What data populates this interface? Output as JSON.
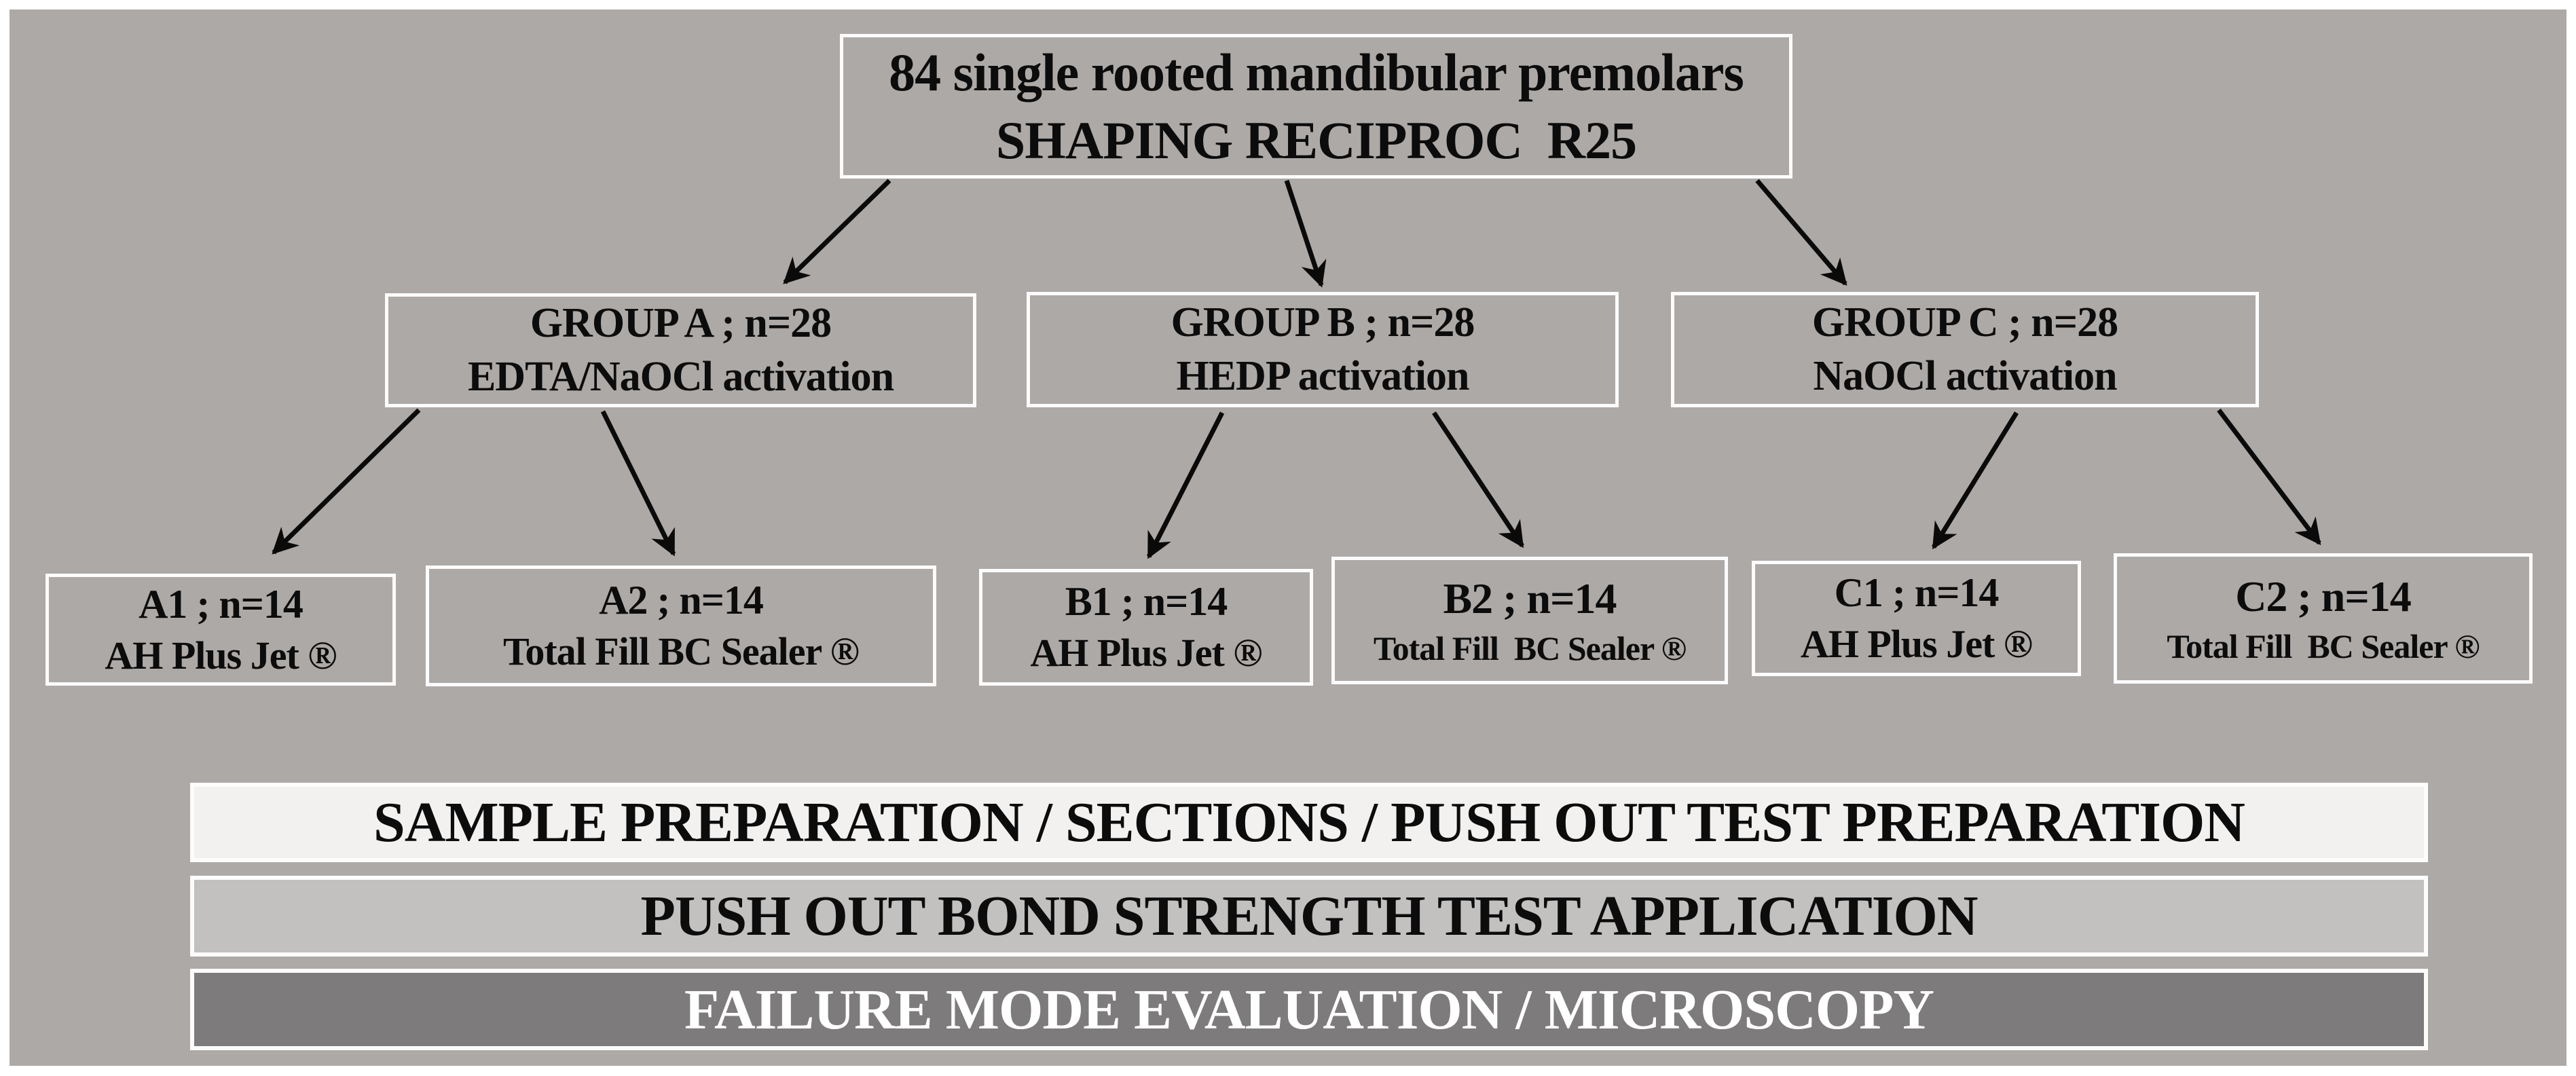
{
  "figure": {
    "description": "Study design flowchart"
  },
  "tree": {
    "root": {
      "line1": "84 single rooted mandibular premolars",
      "line2": "SHAPING RECIPROC  R25"
    },
    "groups": [
      {
        "id": "group-a",
        "line1": "GROUP A ; n=28",
        "line2": "EDTA/NaOCl activation"
      },
      {
        "id": "group-b",
        "line1": "GROUP B ; n=28",
        "line2": "HEDP activation"
      },
      {
        "id": "group-c",
        "line1": "GROUP C ; n=28",
        "line2": "NaOCl activation"
      }
    ],
    "subgroups": [
      {
        "id": "a1",
        "line1": "A1 ; n=14",
        "line2": "AH Plus Jet ®"
      },
      {
        "id": "a2",
        "line1": "A2 ; n=14",
        "line2": "Total Fill BC Sealer ®"
      },
      {
        "id": "b1",
        "line1": "B1 ; n=14",
        "line2": "AH Plus Jet ®"
      },
      {
        "id": "b2",
        "line1": "B2 ; n=14",
        "line2": "Total Fill  BC Sealer ®"
      },
      {
        "id": "c1",
        "line1": "C1 ; n=14",
        "line2": "AH Plus Jet ®"
      },
      {
        "id": "c2",
        "line1": "C2 ; n=14",
        "line2": "Total Fill  BC Sealer ®"
      }
    ]
  },
  "process_bars": [
    {
      "label": "SAMPLE PREPARATION / SECTIONS / PUSH OUT TEST PREPARATION"
    },
    {
      "label": "PUSH OUT BOND STRENGTH TEST APPLICATION"
    },
    {
      "label": "FAILURE MODE EVALUATION / MICROSCOPY"
    }
  ],
  "colors": {
    "page_bg": "#ffffff",
    "canvas_bg": "#ada9a7",
    "box_border": "#fcfcfc",
    "text": "#0c0c0c",
    "arrow": "#0a0a0a",
    "bar1_bg": "#f2f1f0",
    "bar2_bg": "#c3c1c0",
    "bar3_bg": "#7d7b7b",
    "bar3_fg": "#ffffff"
  }
}
